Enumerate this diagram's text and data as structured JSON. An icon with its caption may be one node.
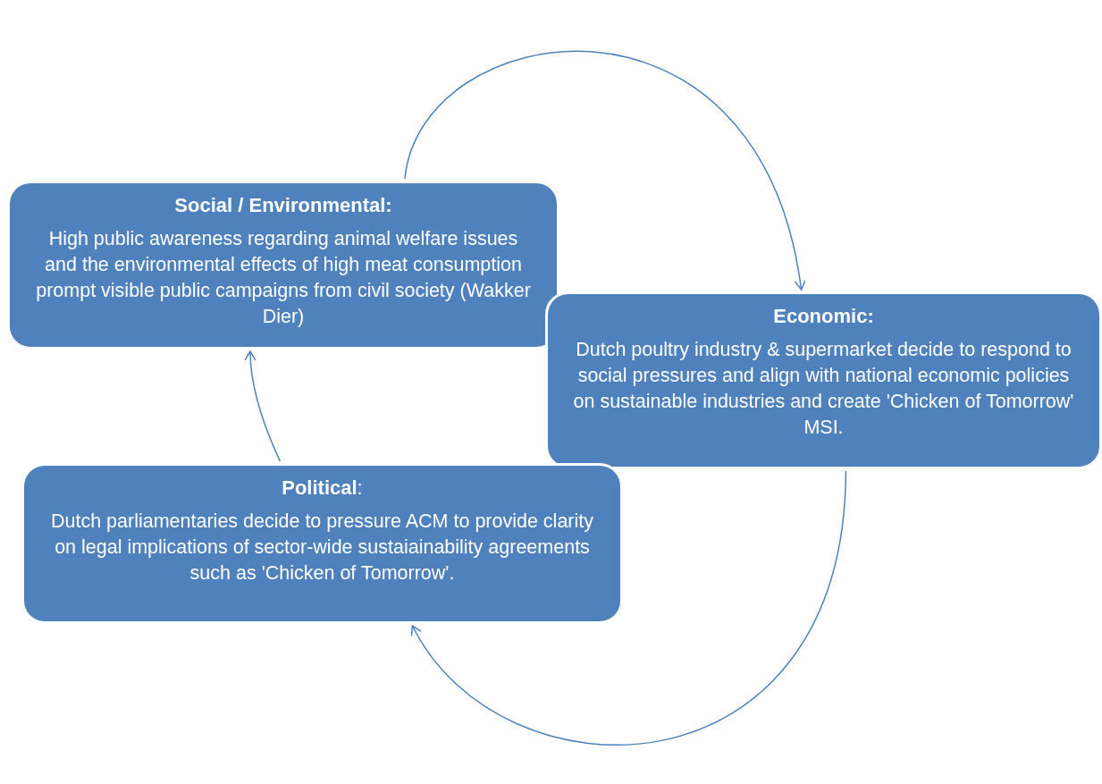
{
  "diagram": {
    "nodes": [
      {
        "text": [
          "Social / Environmental:",
          "High public awareness regarding animal welfare issues and the environmental effects of high meat consumption prompt visible public campaigns from civil society  (Wakker Dier)"
        ]
      },
      {
        "text": [
          "Economic:",
          "Dutch poultry industry  & supermarket decide to respond to social pressures and align with national economic policies on sustainable industries and create 'Chicken of Tomorrow' MSI."
        ]
      },
      {
        "text": [
          "**Political**:",
          "Dutch parliamentaries decide to pressure ACM to provide clarity on legal implications of sector-wide sustaiainability agreements such as 'Chicken of Tomorrow'."
        ]
      }
    ],
    "edges": [
      {
        "from": 0,
        "to": 1,
        "arrow": "to"
      },
      {
        "from": 1,
        "to": 2,
        "arrow": "to"
      },
      {
        "from": 2,
        "to": 0,
        "arrow": "to"
      }
    ]
  }
}
